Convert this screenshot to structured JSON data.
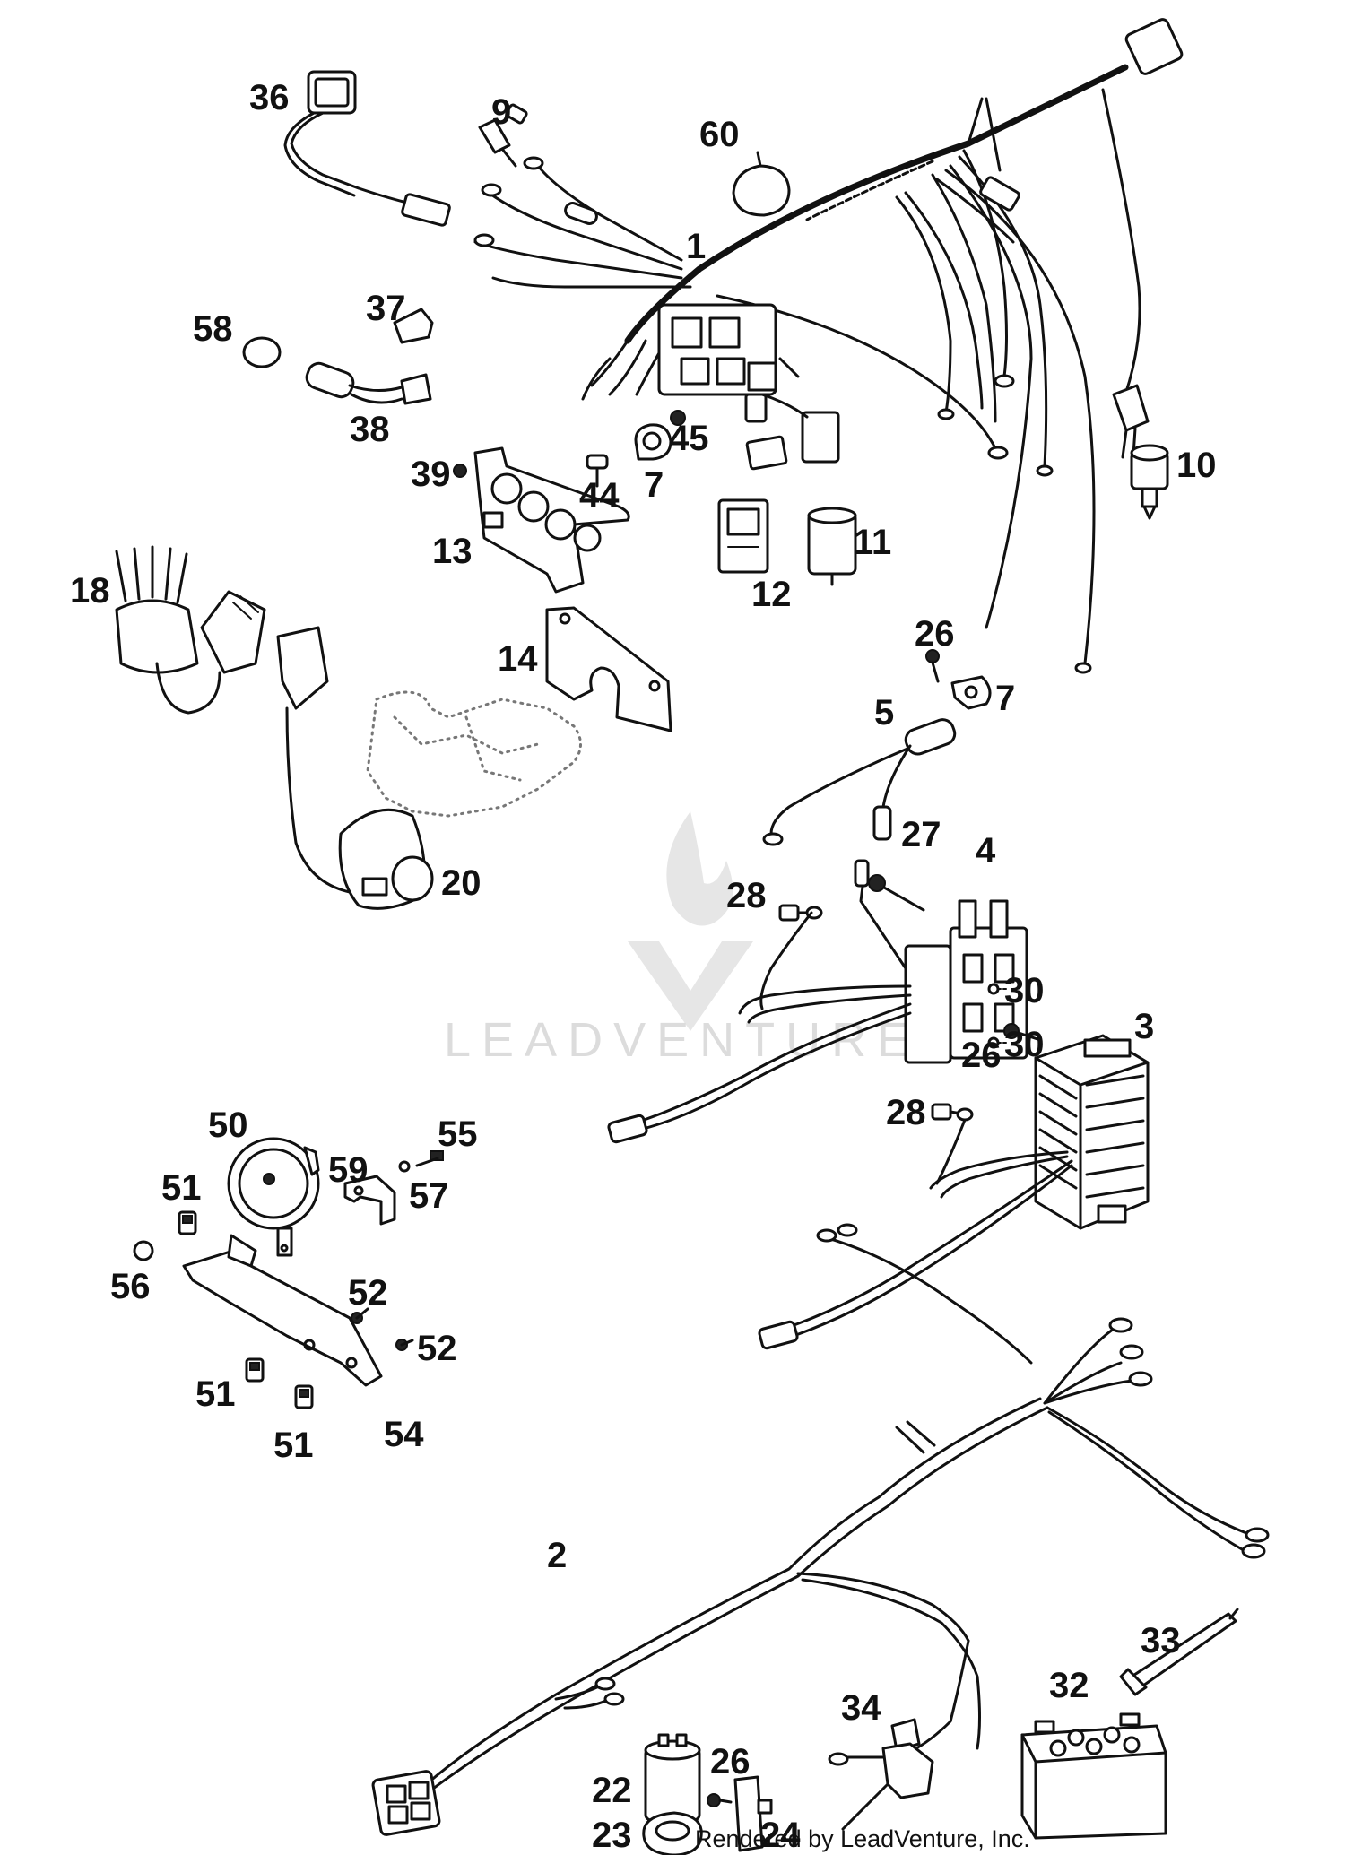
{
  "watermark": {
    "text": "LEADVENTURE"
  },
  "footer": {
    "text": "Rendered by LeadVenture, Inc."
  },
  "callouts": [
    {
      "id": "c1",
      "label": "1"
    },
    {
      "id": "c2",
      "label": "2"
    },
    {
      "id": "c3",
      "label": "3"
    },
    {
      "id": "c4",
      "label": "4"
    },
    {
      "id": "c5",
      "label": "5"
    },
    {
      "id": "c7a",
      "label": "7"
    },
    {
      "id": "c7b",
      "label": "7"
    },
    {
      "id": "c9",
      "label": "9"
    },
    {
      "id": "c10",
      "label": "10"
    },
    {
      "id": "c11",
      "label": "11"
    },
    {
      "id": "c12",
      "label": "12"
    },
    {
      "id": "c13",
      "label": "13"
    },
    {
      "id": "c14",
      "label": "14"
    },
    {
      "id": "c18",
      "label": "18"
    },
    {
      "id": "c20",
      "label": "20"
    },
    {
      "id": "c22",
      "label": "22"
    },
    {
      "id": "c23",
      "label": "23"
    },
    {
      "id": "c24",
      "label": "24"
    },
    {
      "id": "c26a",
      "label": "26"
    },
    {
      "id": "c26b",
      "label": "26"
    },
    {
      "id": "c26c",
      "label": "26"
    },
    {
      "id": "c27",
      "label": "27"
    },
    {
      "id": "c28a",
      "label": "28"
    },
    {
      "id": "c28b",
      "label": "28"
    },
    {
      "id": "c30a",
      "label": "30"
    },
    {
      "id": "c30b",
      "label": "30"
    },
    {
      "id": "c32",
      "label": "32"
    },
    {
      "id": "c33",
      "label": "33"
    },
    {
      "id": "c34",
      "label": "34"
    },
    {
      "id": "c36",
      "label": "36"
    },
    {
      "id": "c37",
      "label": "37"
    },
    {
      "id": "c38",
      "label": "38"
    },
    {
      "id": "c39",
      "label": "39"
    },
    {
      "id": "c44",
      "label": "44"
    },
    {
      "id": "c45",
      "label": "45"
    },
    {
      "id": "c50",
      "label": "50"
    },
    {
      "id": "c51a",
      "label": "51"
    },
    {
      "id": "c51b",
      "label": "51"
    },
    {
      "id": "c51c",
      "label": "51"
    },
    {
      "id": "c52a",
      "label": "52"
    },
    {
      "id": "c52b",
      "label": "52"
    },
    {
      "id": "c54",
      "label": "54"
    },
    {
      "id": "c55",
      "label": "55"
    },
    {
      "id": "c56",
      "label": "56"
    },
    {
      "id": "c57",
      "label": "57"
    },
    {
      "id": "c58",
      "label": "58"
    },
    {
      "id": "c59",
      "label": "59"
    },
    {
      "id": "c60",
      "label": "60"
    }
  ]
}
